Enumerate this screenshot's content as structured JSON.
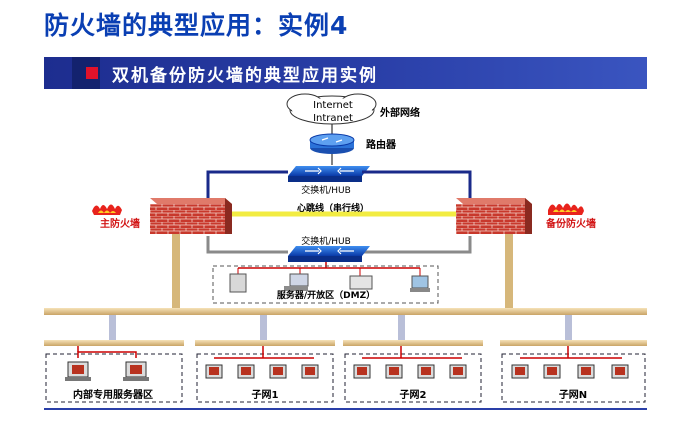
{
  "page_title": "防火墙的典型应用：实例4",
  "banner_title": "双机备份防火墙的典型应用实例",
  "cloud_line1": "Internet",
  "cloud_line2": "Intranet",
  "external_network": "外部网络",
  "router": "路由器",
  "switch_top": "交换机/HUB",
  "heartbeat": "心跳线（串行线）",
  "switch_bottom": "交换机/HUB",
  "primary_firewall": "主防火墙",
  "backup_firewall": "备份防火墙",
  "dmz": "服务器/开放区（DMZ）",
  "subnets": [
    "内部专用服务器区",
    "子网1",
    "子网2",
    "子网N"
  ],
  "colors": {
    "title": "#0a3fb3",
    "banner": "#2a3fa8",
    "firewall": "#c0392b",
    "heartbeat": "#f5f04a",
    "bus": "#e8c88a"
  }
}
